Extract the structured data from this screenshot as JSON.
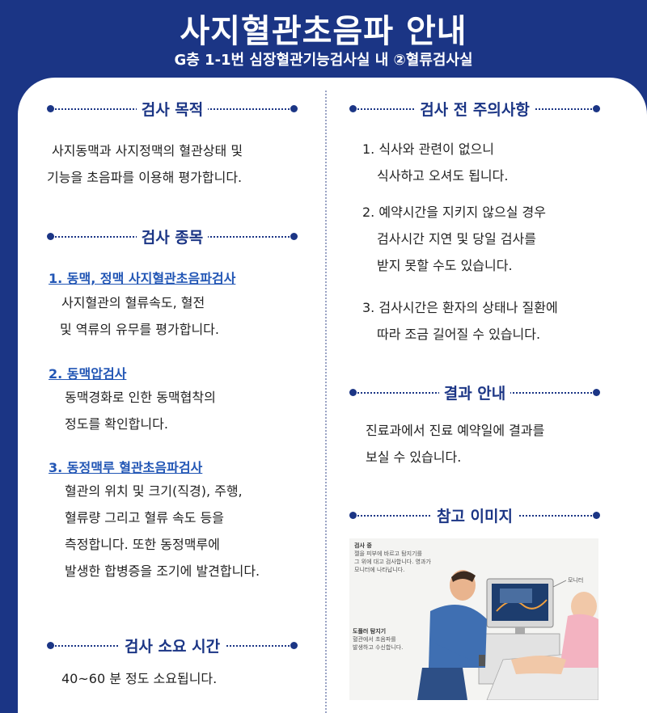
{
  "header": {
    "title": "사지혈관초음파 안내",
    "subtitle": "G층 1-1번 심장혈관기능검사실 내 ②혈류검사실"
  },
  "left": {
    "purpose": {
      "heading": "검사 목적",
      "lines": [
        "사지동맥과 사지정맥의 혈관상태 및",
        "기능을 초음파를 이용해 평가합니다."
      ]
    },
    "items": {
      "heading": "검사 종목",
      "list": [
        {
          "title": "1. 동맥, 정맥 사지혈관초음파검사",
          "lines": [
            "사지혈관의 혈류속도, 혈전",
            "및 역류의 유무를 평가합니다."
          ]
        },
        {
          "title": "2. 동맥압검사",
          "lines": [
            "동맥경화로 인한 동맥협착의",
            "정도를 확인합니다."
          ]
        },
        {
          "title": "3. 동정맥루 혈관초음파검사",
          "lines": [
            "혈관의 위치 및 크기(직경), 주행,",
            "혈류량 그리고 혈류 속도 등을",
            "측정합니다. 또한 동정맥루에",
            "발생한 합병증을 조기에 발견합니다."
          ]
        }
      ]
    },
    "duration": {
      "heading": "검사 소요 시간",
      "text": "40~60 분 정도 소요됩니다."
    }
  },
  "right": {
    "precautions": {
      "heading": "검사 전 주의사항",
      "items": [
        [
          "1. 식사와 관련이 없으니",
          "식사하고 오셔도 됩니다."
        ],
        [
          "2. 예약시간을 지키지 않으실 경우",
          "검사시간 지연 및 당일 검사를",
          "받지 못할 수도 있습니다."
        ],
        [
          "3. 검사시간은 환자의 상태나 질환에",
          "따라 조금 길어질 수 있습니다."
        ]
      ]
    },
    "results": {
      "heading": "결과 안내",
      "lines": [
        "진료과에서 진료 예약일에 결과를",
        "보실 수 있습니다."
      ]
    },
    "reference": {
      "heading": "참고 이미지",
      "image": {
        "caption_title": "검사 중",
        "caption_lines": [
          "젤을 피부에 바르고 탐지기를",
          "그 위에 대고 검사합니다. 영과가",
          "모니터에 나타납니다."
        ],
        "monitor_label": "모니터",
        "probe_title": "도플러 탐지기",
        "probe_lines": [
          "혈관에서 초음파를",
          "발생하고 수신합니다."
        ]
      }
    }
  },
  "colors": {
    "brand": "#1b3585",
    "link": "#2256b5",
    "background": "#ffffff"
  }
}
